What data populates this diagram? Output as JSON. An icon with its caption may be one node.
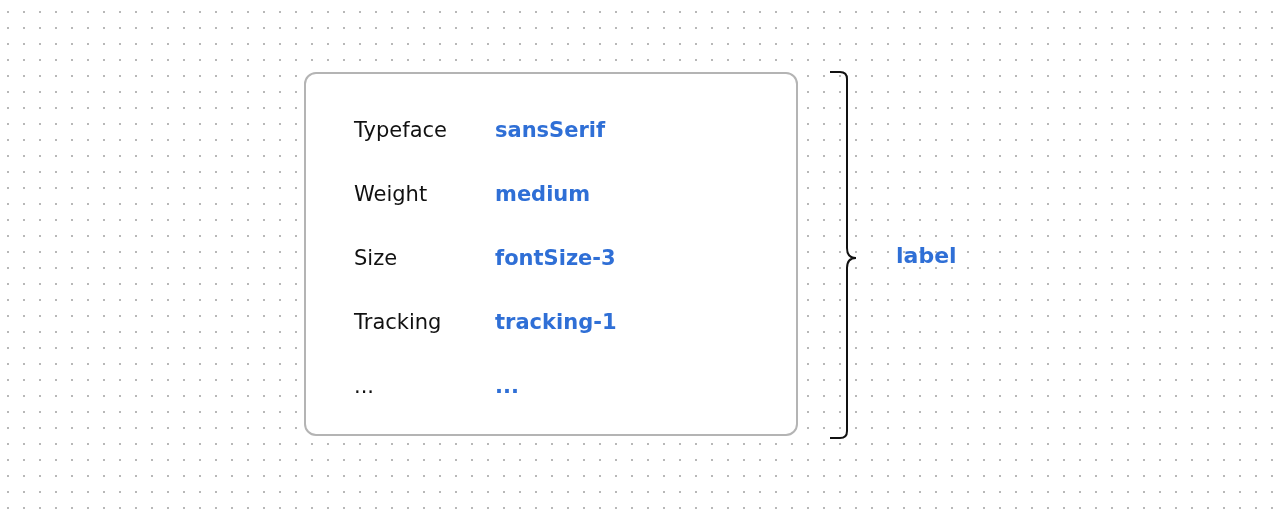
{
  "diagram": {
    "nodes": [
      {
        "text": [
          "Typeface",
          "sansSerif",
          "Weight",
          "medium",
          "Size",
          "fontSize-3",
          "Tracking",
          "tracking-1",
          "...",
          "..."
        ]
      }
    ],
    "labels": [
      "label"
    ]
  }
}
